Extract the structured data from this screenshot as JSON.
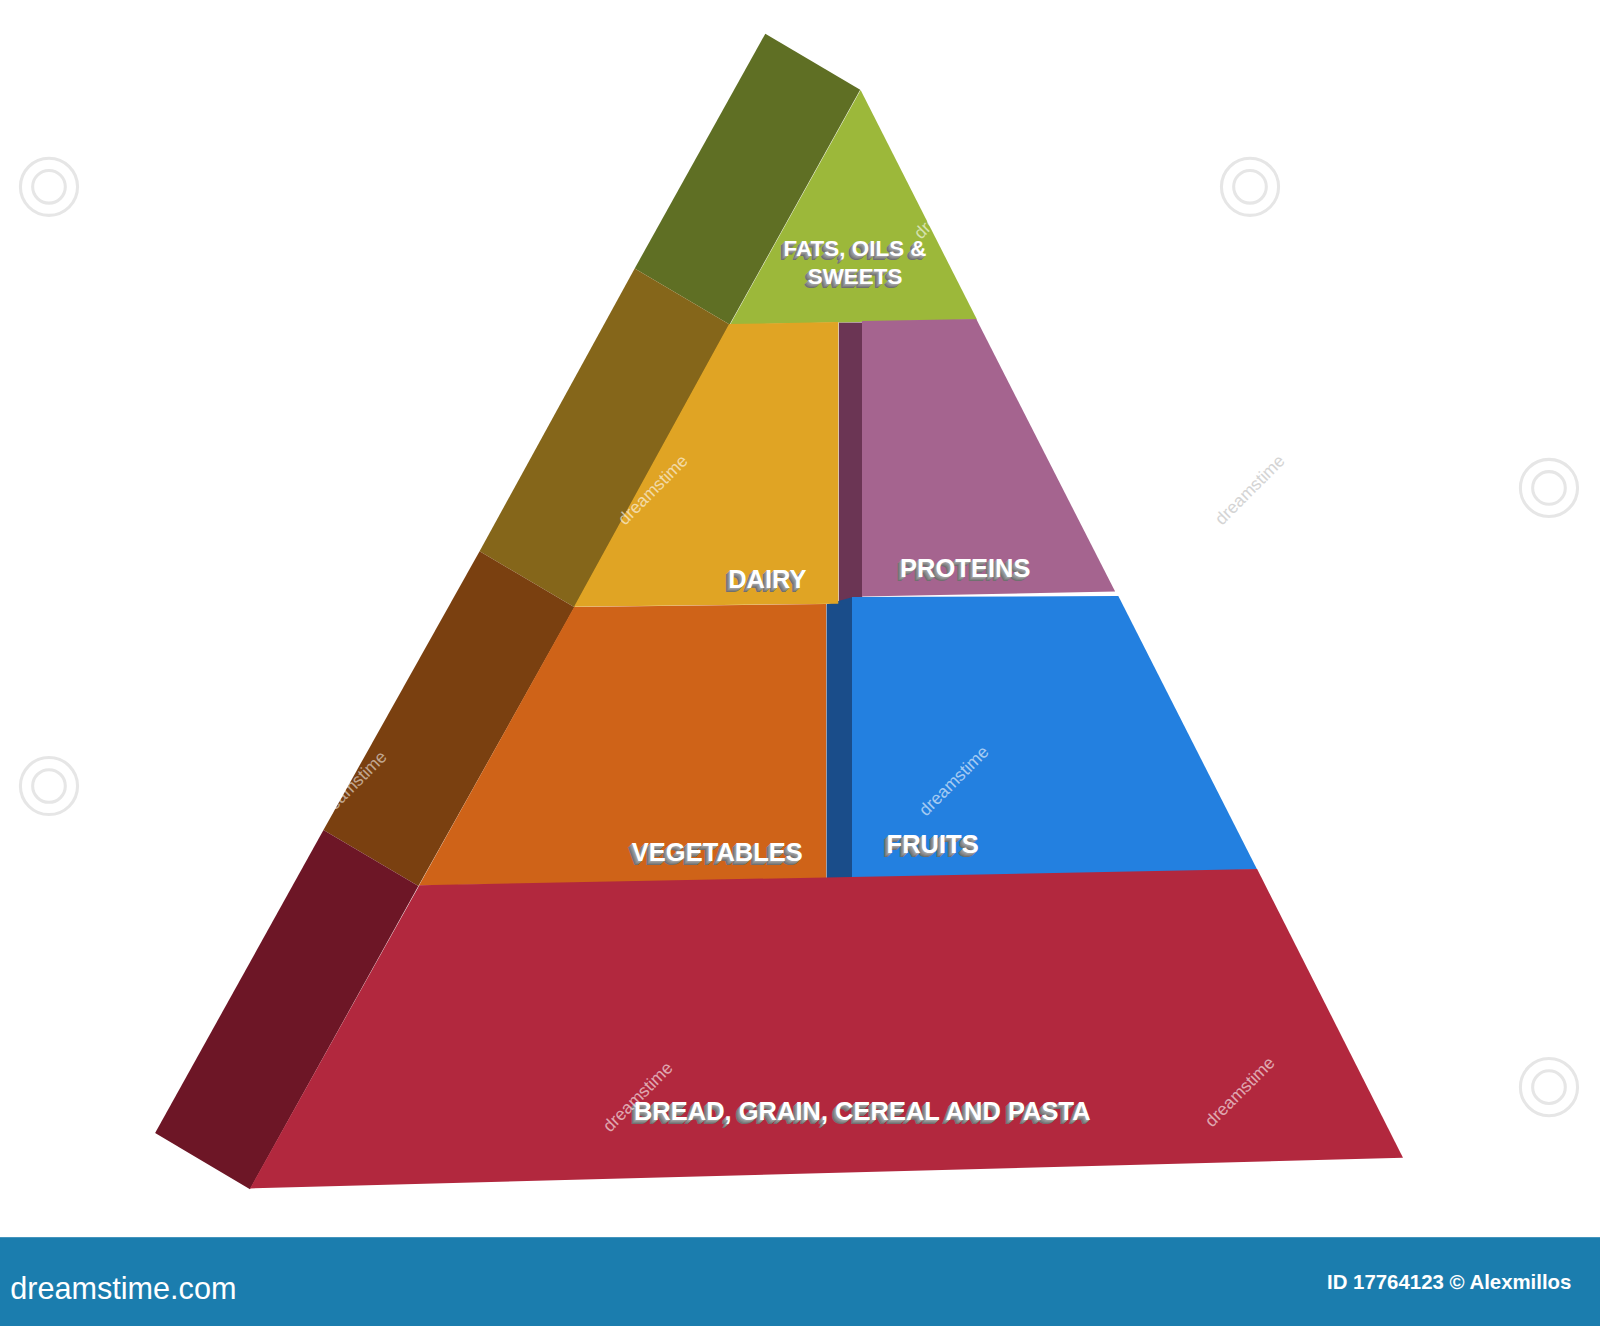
{
  "diagram": {
    "nodes": [
      {
        "text": [
          "FATS, OILS & SWEETS"
        ]
      },
      {
        "text": [
          "DAIRY"
        ]
      },
      {
        "text": [
          "PROTEINS"
        ]
      },
      {
        "text": [
          "VEGETABLES"
        ]
      },
      {
        "text": [
          "FRUITS"
        ]
      },
      {
        "text": [
          "BREAD, GRAIN, CEREAL AND PASTA"
        ]
      }
    ],
    "labels": [
      "dreamstime",
      "dreamstime",
      "dreamstime",
      "dreamstime",
      "dreamstime",
      "dreamstime",
      "dreamstime",
      "dreamstime.com",
      "ID 17764123 © Alexmillos"
    ]
  }
}
